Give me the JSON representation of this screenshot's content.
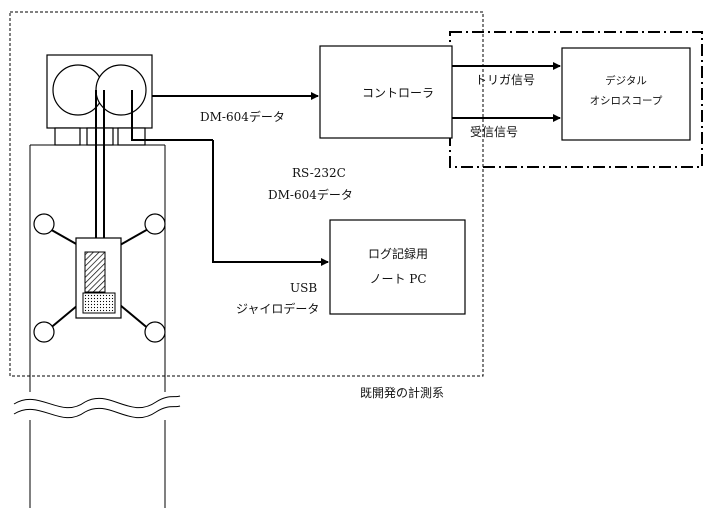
{
  "blocks": {
    "controller": "コントローラ",
    "oscilloscope_line1": "デジタル",
    "oscilloscope_line2": "オシロスコープ",
    "logger_line1": "ログ記録用",
    "logger_line2": "ノート PC"
  },
  "signals": {
    "dm604_data": "DM-604データ",
    "trigger": "トリガ信号",
    "receive": "受信信号",
    "rs232c": "RS-232C",
    "dm604_data_2": "DM-604データ",
    "usb": "USB",
    "gyro_data": "ジャイロデータ"
  },
  "regions": {
    "existing_system": "既開発の計測系"
  },
  "colors": {
    "line": "#000000",
    "background": "#ffffff"
  }
}
